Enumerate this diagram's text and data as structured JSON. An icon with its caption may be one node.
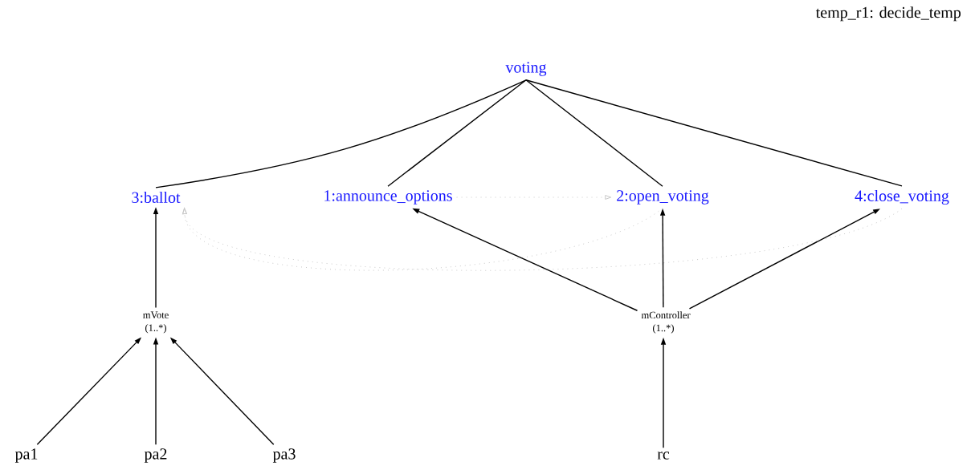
{
  "diagram": {
    "nodes": [
      {
        "text": [
          "voting"
        ]
      },
      {
        "text": [
          "3:ballot"
        ]
      },
      {
        "text": [
          "1:announce_options"
        ]
      },
      {
        "text": [
          "2:open_voting"
        ]
      },
      {
        "text": [
          "4:close_voting"
        ]
      },
      {
        "text": [
          "mVote (1..*)"
        ]
      },
      {
        "text": [
          "mController (1..*)"
        ]
      },
      {
        "text": [
          "pa1"
        ]
      },
      {
        "text": [
          "pa2"
        ]
      },
      {
        "text": [
          "pa3"
        ]
      },
      {
        "text": [
          "rc"
        ]
      }
    ],
    "edges": [
      {
        "from": 0,
        "to": 1,
        "arrow": "none"
      },
      {
        "from": 0,
        "to": 2,
        "arrow": "none"
      },
      {
        "from": 0,
        "to": 3,
        "arrow": "none"
      },
      {
        "from": 0,
        "to": 4,
        "arrow": "none"
      },
      {
        "from": 2,
        "to": 3,
        "arrow": "to",
        "style": "dashed",
        "color": "#c8c8c8"
      },
      {
        "from": 3,
        "to": 1,
        "arrow": "to",
        "style": "dashed",
        "color": "#c8c8c8"
      },
      {
        "from": 4,
        "to": 1,
        "arrow": "to",
        "style": "dashed",
        "color": "#c8c8c8"
      },
      {
        "from": 5,
        "to": 1,
        "arrow": "to"
      },
      {
        "from": 6,
        "to": 2,
        "arrow": "to"
      },
      {
        "from": 6,
        "to": 3,
        "arrow": "to"
      },
      {
        "from": 6,
        "to": 4,
        "arrow": "to"
      },
      {
        "from": 7,
        "to": 5,
        "arrow": "to"
      },
      {
        "from": 8,
        "to": 5,
        "arrow": "to"
      },
      {
        "from": 9,
        "to": 5,
        "arrow": "to"
      },
      {
        "from": 10,
        "to": 6,
        "arrow": "to"
      }
    ],
    "labels": [
      "temp_r1: decide_temp"
    ]
  }
}
